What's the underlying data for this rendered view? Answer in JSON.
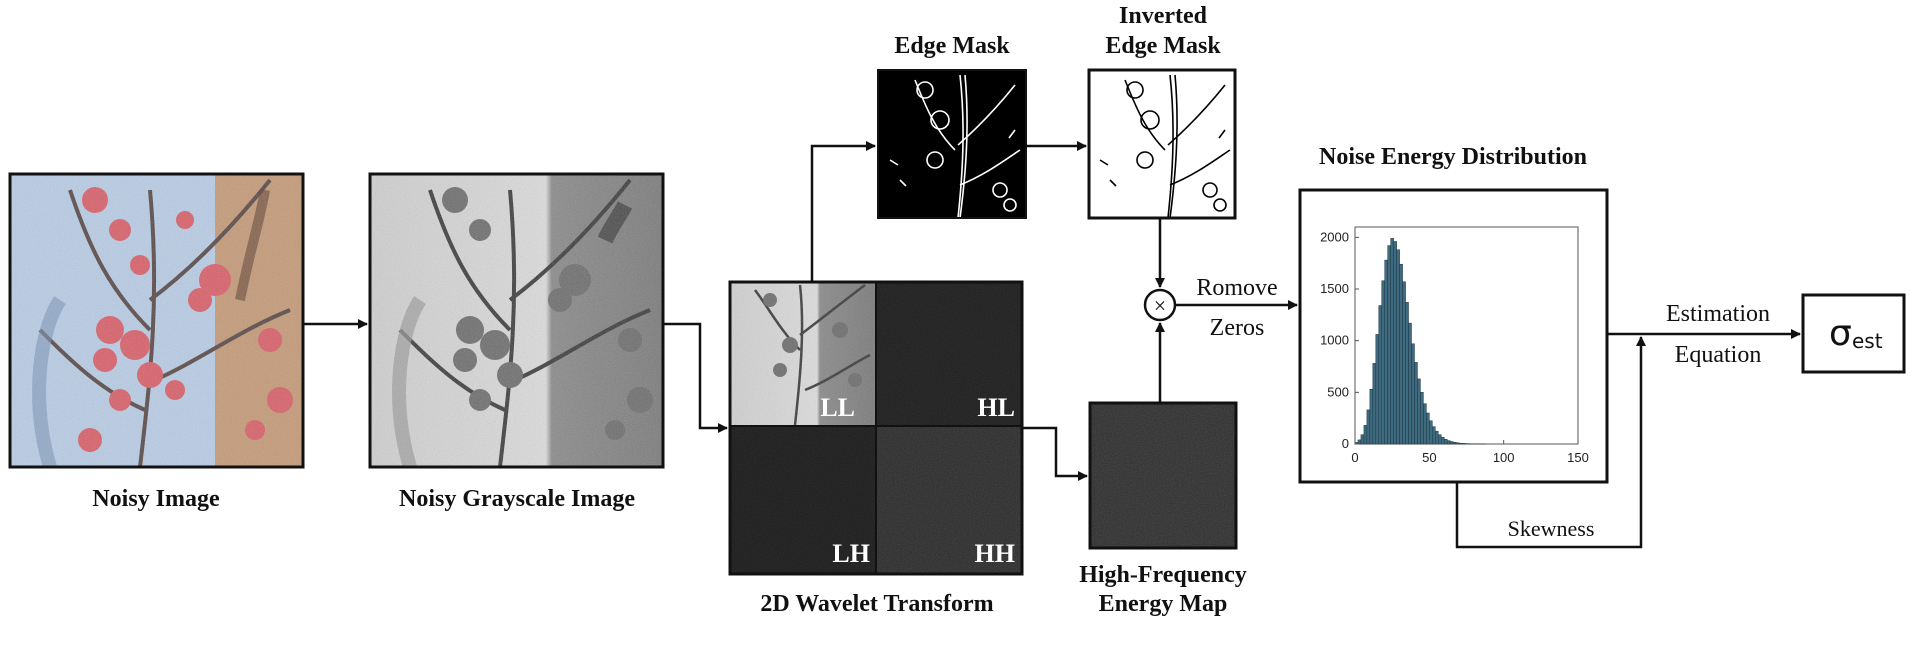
{
  "labels": {
    "noisy_image": "Noisy Image",
    "noisy_grayscale": "Noisy Grayscale Image",
    "wavelet": "2D Wavelet Transform",
    "edge_mask": "Edge Mask",
    "inverted_edge_mask_line1": "Inverted",
    "inverted_edge_mask_line2": "Edge Mask",
    "hf_map_line1": "High-Frequency",
    "hf_map_line2": "Energy Map",
    "remove_zeros_line1": "Romove",
    "remove_zeros_line2": "Zeros",
    "noise_energy": "Noise Energy Distribution",
    "estimation_line1": "Estimation",
    "estimation_line2": "Equation",
    "skewness": "Skewness",
    "multiply_symbol": "×",
    "sigma_symbol": "σ",
    "sigma_subscript": "est"
  },
  "subbands": [
    "LL",
    "HL",
    "LH",
    "HH"
  ],
  "colors": {
    "histogram_bar": "#3f6b80",
    "blossom": "#d9606a",
    "sky": "#b9cde6",
    "wall": "#c59a78"
  },
  "chart_data": {
    "type": "bar",
    "title": "Noise Energy Distribution",
    "xlabel": "",
    "ylabel": "",
    "xlim": [
      0,
      150
    ],
    "ylim": [
      0,
      2100
    ],
    "x_ticks": [
      0,
      50,
      100,
      150
    ],
    "y_ticks": [
      0,
      500,
      1000,
      1500,
      2000
    ],
    "bin_width": 2,
    "x": [
      1,
      3,
      5,
      7,
      9,
      11,
      13,
      15,
      17,
      19,
      21,
      23,
      25,
      27,
      29,
      31,
      33,
      35,
      37,
      39,
      41,
      43,
      45,
      47,
      49,
      51,
      53,
      55,
      57,
      59,
      61,
      63,
      65,
      67,
      69,
      71,
      73,
      75,
      77,
      79,
      81,
      83,
      85,
      87,
      89,
      91,
      93,
      95,
      97,
      99
    ],
    "values": [
      15,
      40,
      90,
      180,
      330,
      530,
      780,
      1060,
      1340,
      1580,
      1780,
      1920,
      1990,
      1960,
      1880,
      1740,
      1570,
      1370,
      1170,
      970,
      790,
      630,
      500,
      390,
      300,
      225,
      168,
      124,
      90,
      65,
      46,
      33,
      24,
      17,
      12,
      8,
      6,
      4,
      3,
      2,
      2,
      1,
      1,
      1,
      0,
      0,
      0,
      0,
      0,
      0
    ]
  }
}
